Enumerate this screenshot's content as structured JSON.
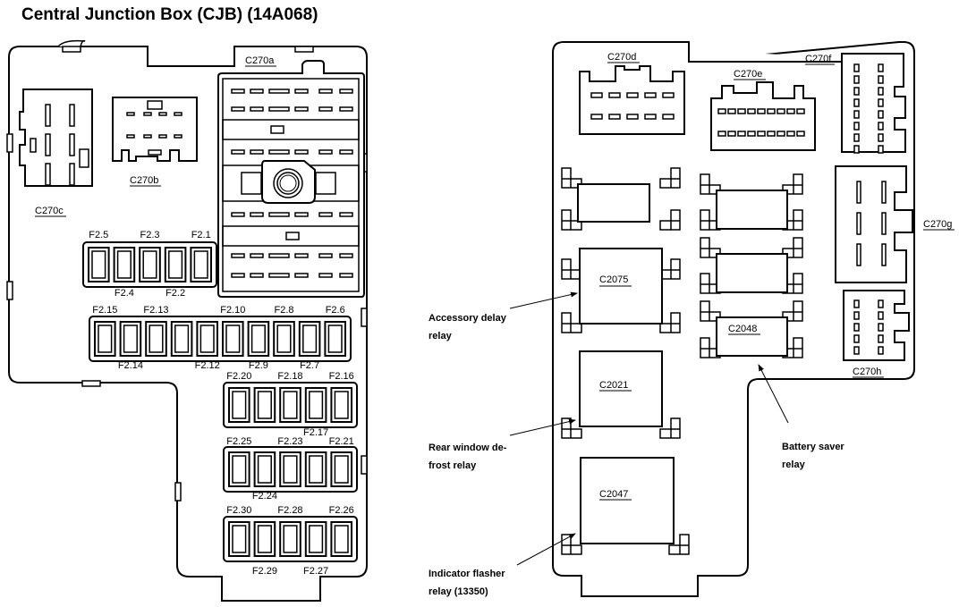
{
  "title": "Central Junction Box (CJB) (14A068)",
  "colors": {
    "line": "#000000",
    "background": "#ffffff"
  },
  "connectors": {
    "c270a": "C270a",
    "c270b": "C270b",
    "c270c": "C270c",
    "c270d": "C270d",
    "c270e": "C270e",
    "c270f": "C270f",
    "c270g": "C270g",
    "c270h": "C270h"
  },
  "relays": {
    "c2075": "C2075",
    "c2021": "C2021",
    "c2047": "C2047",
    "c2048": "C2048"
  },
  "fuse_rows": [
    {
      "top_labels": [
        "F2.5",
        "F2.3",
        "F2.1"
      ],
      "bottom_labels": [
        "F2.4",
        "F2.2"
      ],
      "count": 5
    },
    {
      "top_labels": [
        "F2.15",
        "F2.13",
        "F2.10",
        "F2.8",
        "F2.6"
      ],
      "bottom_labels": [
        "F2.14",
        "F2.12",
        "F2.9",
        "F2.7"
      ],
      "count": 10
    },
    {
      "top_labels": [
        "F2.20",
        "F2.18",
        "F2.16"
      ],
      "bottom_labels": [
        "F2.17"
      ],
      "count": 5
    },
    {
      "top_labels": [
        "F2.25",
        "F2.23",
        "F2.21"
      ],
      "bottom_labels": [
        "F2.24"
      ],
      "count": 5
    },
    {
      "top_labels": [
        "F2.30",
        "F2.28",
        "F2.26"
      ],
      "bottom_labels": [
        "F2.29",
        "F2.27"
      ],
      "count": 5
    }
  ],
  "callouts": {
    "accessory_delay": [
      "Accessory delay",
      "relay"
    ],
    "rear_window": [
      "Rear window de-",
      "frost relay"
    ],
    "indicator_flasher": [
      "Indicator flasher",
      "relay (13350)"
    ],
    "battery_saver": [
      "Battery saver",
      "relay"
    ]
  }
}
